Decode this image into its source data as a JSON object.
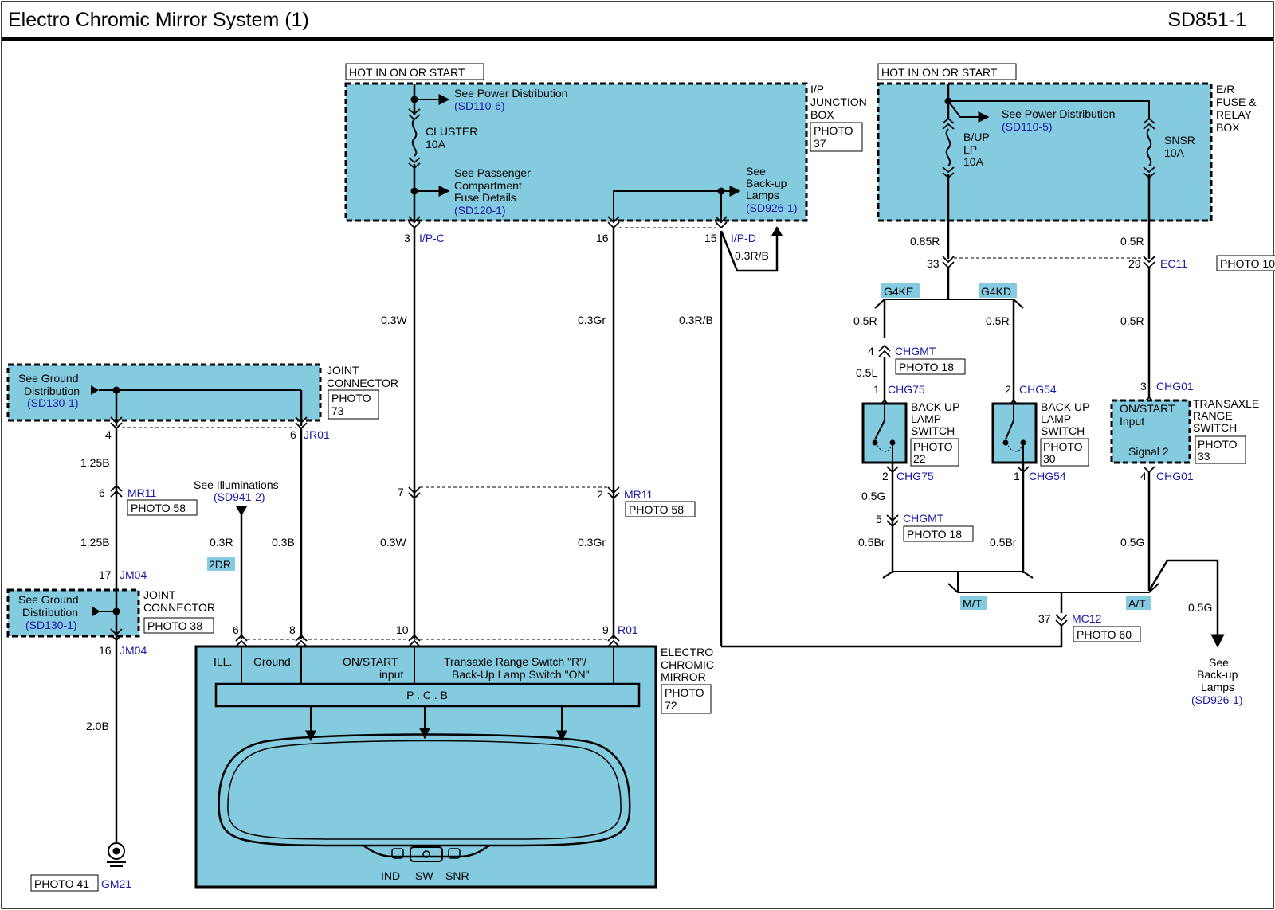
{
  "header": {
    "title": "Electro Chromic Mirror System (1)",
    "code": "SD851-1"
  },
  "colors": {
    "box_fill": "#85cbe0",
    "link": "#1a1aa8",
    "wire": "#000000",
    "tag_fill": "#85cbe0"
  },
  "hot": {
    "left": "HOT IN ON OR START",
    "right": "HOT IN ON OR START"
  },
  "ip_box": {
    "name1": "I/P",
    "name2": "JUNCTION",
    "name3": "BOX",
    "photo1": "PHOTO",
    "photo2": "37",
    "see_power": "See Power Distribution",
    "see_power_ref": "(SD110-6)",
    "fuse_name": "CLUSTER",
    "fuse_amp": "10A",
    "see_pass1": "See Passenger",
    "see_pass2": "Compartment",
    "see_pass3": "Fuse Details",
    "see_pass_ref": "(SD120-1)",
    "see_backup1": "See",
    "see_backup2": "Back-up",
    "see_backup3": "Lamps",
    "see_backup_ref": "(SD926-1)",
    "pin3": "3",
    "pin16": "16",
    "pin15": "15",
    "conn_ipc": "I/P-C",
    "conn_ipd": "I/P-D"
  },
  "er_box": {
    "name1": "E/R",
    "name2": "FUSE &",
    "name3": "RELAY",
    "name4": "BOX",
    "see_power": "See Power Distribution",
    "see_power_ref": "(SD110-5)",
    "fuse1a": "B/UP",
    "fuse1b": "LP",
    "fuse1c": "10A",
    "fuse2a": "SNSR",
    "fuse2b": "10A"
  },
  "wires": {
    "w_03w_a": "0.3W",
    "w_03gr_a": "0.3Gr",
    "w_03rb_a": "0.3R/B",
    "w_03rb_b": "0.3R/B",
    "w_03w_b": "0.3W",
    "w_03gr_b": "0.3Gr",
    "w_03r": "0.3R",
    "w_03b": "0.3B",
    "w_125b_a": "1.25B",
    "w_125b_b": "1.25B",
    "w_20b": "2.0B",
    "w_085r": "0.85R",
    "w_05r_a": "0.5R",
    "w_05r_b": "0.5R",
    "w_05r_c": "0.5R",
    "w_05r_d": "0.5R",
    "w_05l": "0.5L",
    "w_05g_a": "0.5G",
    "w_05g_b": "0.5G",
    "w_05g_c": "0.5G",
    "w_05br_a": "0.5Br",
    "w_05br_b": "0.5Br"
  },
  "joint1": {
    "text1": "See Ground",
    "text2": "Distribution",
    "ref": "(SD130-1)",
    "name1": "JOINT",
    "name2": "CONNECTOR",
    "photo1": "PHOTO",
    "photo2": "73",
    "pin4": "4",
    "pin6": "6",
    "conn": "JR01"
  },
  "joint2": {
    "text1": "See Ground",
    "text2": "Distribution",
    "ref": "(SD130-1)",
    "name1": "JOINT",
    "name2": "CONNECTOR",
    "photo": "PHOTO 38",
    "pin17": "17",
    "pin16": "16",
    "conn_a": "JM04",
    "conn_b": "JM04"
  },
  "mr11": {
    "pin6": "6",
    "conn_a": "MR11",
    "photo_a": "PHOTO 58",
    "pin7": "7",
    "pin2": "2",
    "conn_b": "MR11",
    "photo_b": "PHOTO 58"
  },
  "illum": {
    "text": "See Illuminations",
    "ref": "(SD941-2)",
    "tag": "2DR"
  },
  "ground": {
    "photo": "PHOTO 41",
    "conn": "GM21"
  },
  "mirror": {
    "name1": "ELECTRO",
    "name2": "CHROMIC",
    "name3": "MIRROR",
    "photo1": "PHOTO",
    "photo2": "72",
    "pin6": "6",
    "pin8": "8",
    "pin10": "10",
    "pin9": "9",
    "conn": "R01",
    "lbl_ill": "ILL.",
    "lbl_ground": "Ground",
    "lbl_on1": "ON/START",
    "lbl_on2": "input",
    "lbl_tr1": "Transaxle Range Switch \"R\"/",
    "lbl_tr2": "Back-Up Lamp Switch \"ON\"",
    "pcb": "P . C . B",
    "btn_ind": "IND",
    "btn_sw": "SW",
    "btn_snr": "SNR"
  },
  "right": {
    "pin33": "33",
    "pin29": "29",
    "conn_ec11": "EC11",
    "photo_10": "PHOTO 10",
    "tag_g4ke": "G4KE",
    "tag_g4kd": "G4KD",
    "pin4_chgmt": "4",
    "conn_chgmt_a": "CHGMT",
    "photo_18a": "PHOTO 18",
    "pin1_chg75": "1",
    "conn_chg75_a": "CHG75",
    "pin2_chg75": "2",
    "conn_chg75_b": "CHG75",
    "sw1a": "BACK UP",
    "sw1b": "LAMP",
    "sw1c": "SWITCH",
    "sw1_photo1": "PHOTO",
    "sw1_photo2": "22",
    "pin5_chgmt": "5",
    "conn_chgmt_b": "CHGMT",
    "photo_18b": "PHOTO 18",
    "pin2_chg54": "2",
    "conn_chg54_a": "CHG54",
    "pin1_chg54": "1",
    "conn_chg54_b": "CHG54",
    "sw2a": "BACK UP",
    "sw2b": "LAMP",
    "sw2c": "SWITCH",
    "sw2_photo1": "PHOTO",
    "sw2_photo2": "30",
    "pin3_chg01": "3",
    "conn_chg01_a": "CHG01",
    "pin4_chg01": "4",
    "conn_chg01_b": "CHG01",
    "tr_on1": "ON/START",
    "tr_on2": "Input",
    "tr_sig": "Signal 2",
    "tr1": "TRANSAXLE",
    "tr2": "RANGE",
    "tr3": "SWITCH",
    "tr_photo1": "PHOTO",
    "tr_photo2": "33",
    "tag_mt": "M/T",
    "tag_at": "A/T",
    "pin37": "37",
    "conn_mc12": "MC12",
    "photo_60": "PHOTO 60",
    "see1": "See",
    "see2": "Back-up",
    "see3": "Lamps",
    "see_ref": "(SD926-1)"
  }
}
